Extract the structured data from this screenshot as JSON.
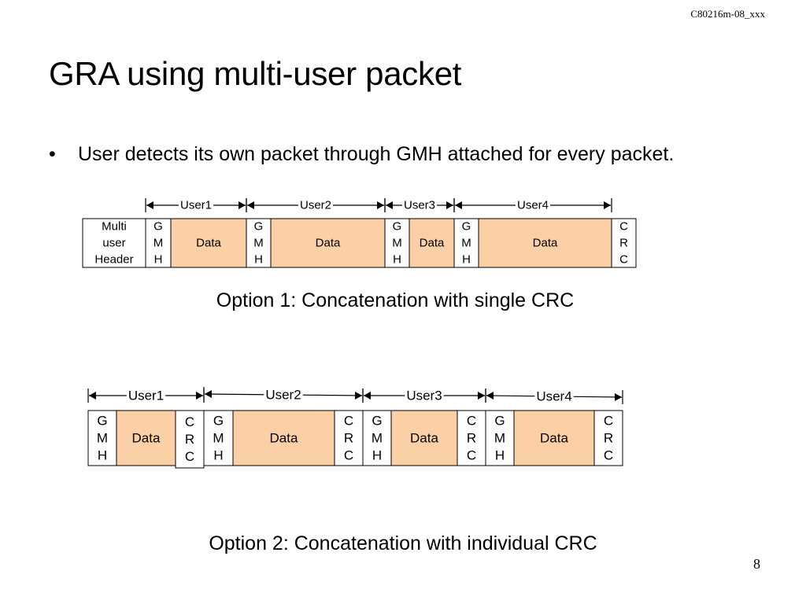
{
  "doc_id": "C80216m-08_xxx",
  "title": "GRA using multi-user packet",
  "bullet": {
    "symbol": "•",
    "text": "User detects its own packet through GMH attached for every packet."
  },
  "option1": {
    "caption": "Option 1: Concatenation with single CRC",
    "users": [
      "User1",
      "User2",
      "User3",
      "User4"
    ],
    "segments": [
      {
        "lines": [
          "Multi",
          "user",
          "Header"
        ],
        "kind": "white"
      },
      {
        "lines": [
          "G",
          "M",
          "H"
        ],
        "kind": "white"
      },
      {
        "lines": [
          "Data"
        ],
        "kind": "data"
      },
      {
        "lines": [
          "G",
          "M",
          "H"
        ],
        "kind": "white"
      },
      {
        "lines": [
          "Data"
        ],
        "kind": "data"
      },
      {
        "lines": [
          "G",
          "M",
          "H"
        ],
        "kind": "white"
      },
      {
        "lines": [
          "Data"
        ],
        "kind": "data"
      },
      {
        "lines": [
          "G",
          "M",
          "H"
        ],
        "kind": "white"
      },
      {
        "lines": [
          "Data"
        ],
        "kind": "data"
      },
      {
        "lines": [
          "C",
          "R",
          "C"
        ],
        "kind": "white"
      }
    ]
  },
  "option2": {
    "caption": "Option 2: Concatenation with individual CRC",
    "users": [
      "User1",
      "User2",
      "User3",
      "User4"
    ],
    "segments": [
      {
        "lines": [
          "G",
          "M",
          "H"
        ],
        "kind": "white"
      },
      {
        "lines": [
          "Data"
        ],
        "kind": "data"
      },
      {
        "lines": [
          "C",
          "R",
          "C"
        ],
        "kind": "white"
      },
      {
        "lines": [
          "G",
          "M",
          "H"
        ],
        "kind": "white"
      },
      {
        "lines": [
          "Data"
        ],
        "kind": "data"
      },
      {
        "lines": [
          "C",
          "R",
          "C"
        ],
        "kind": "white"
      },
      {
        "lines": [
          "G",
          "M",
          "H"
        ],
        "kind": "white"
      },
      {
        "lines": [
          "Data"
        ],
        "kind": "data"
      },
      {
        "lines": [
          "C",
          "R",
          "C"
        ],
        "kind": "white"
      },
      {
        "lines": [
          "G",
          "M",
          "H"
        ],
        "kind": "white"
      },
      {
        "lines": [
          "Data"
        ],
        "kind": "data"
      },
      {
        "lines": [
          "C",
          "R",
          "C"
        ],
        "kind": "white"
      }
    ]
  },
  "page_number": "8"
}
